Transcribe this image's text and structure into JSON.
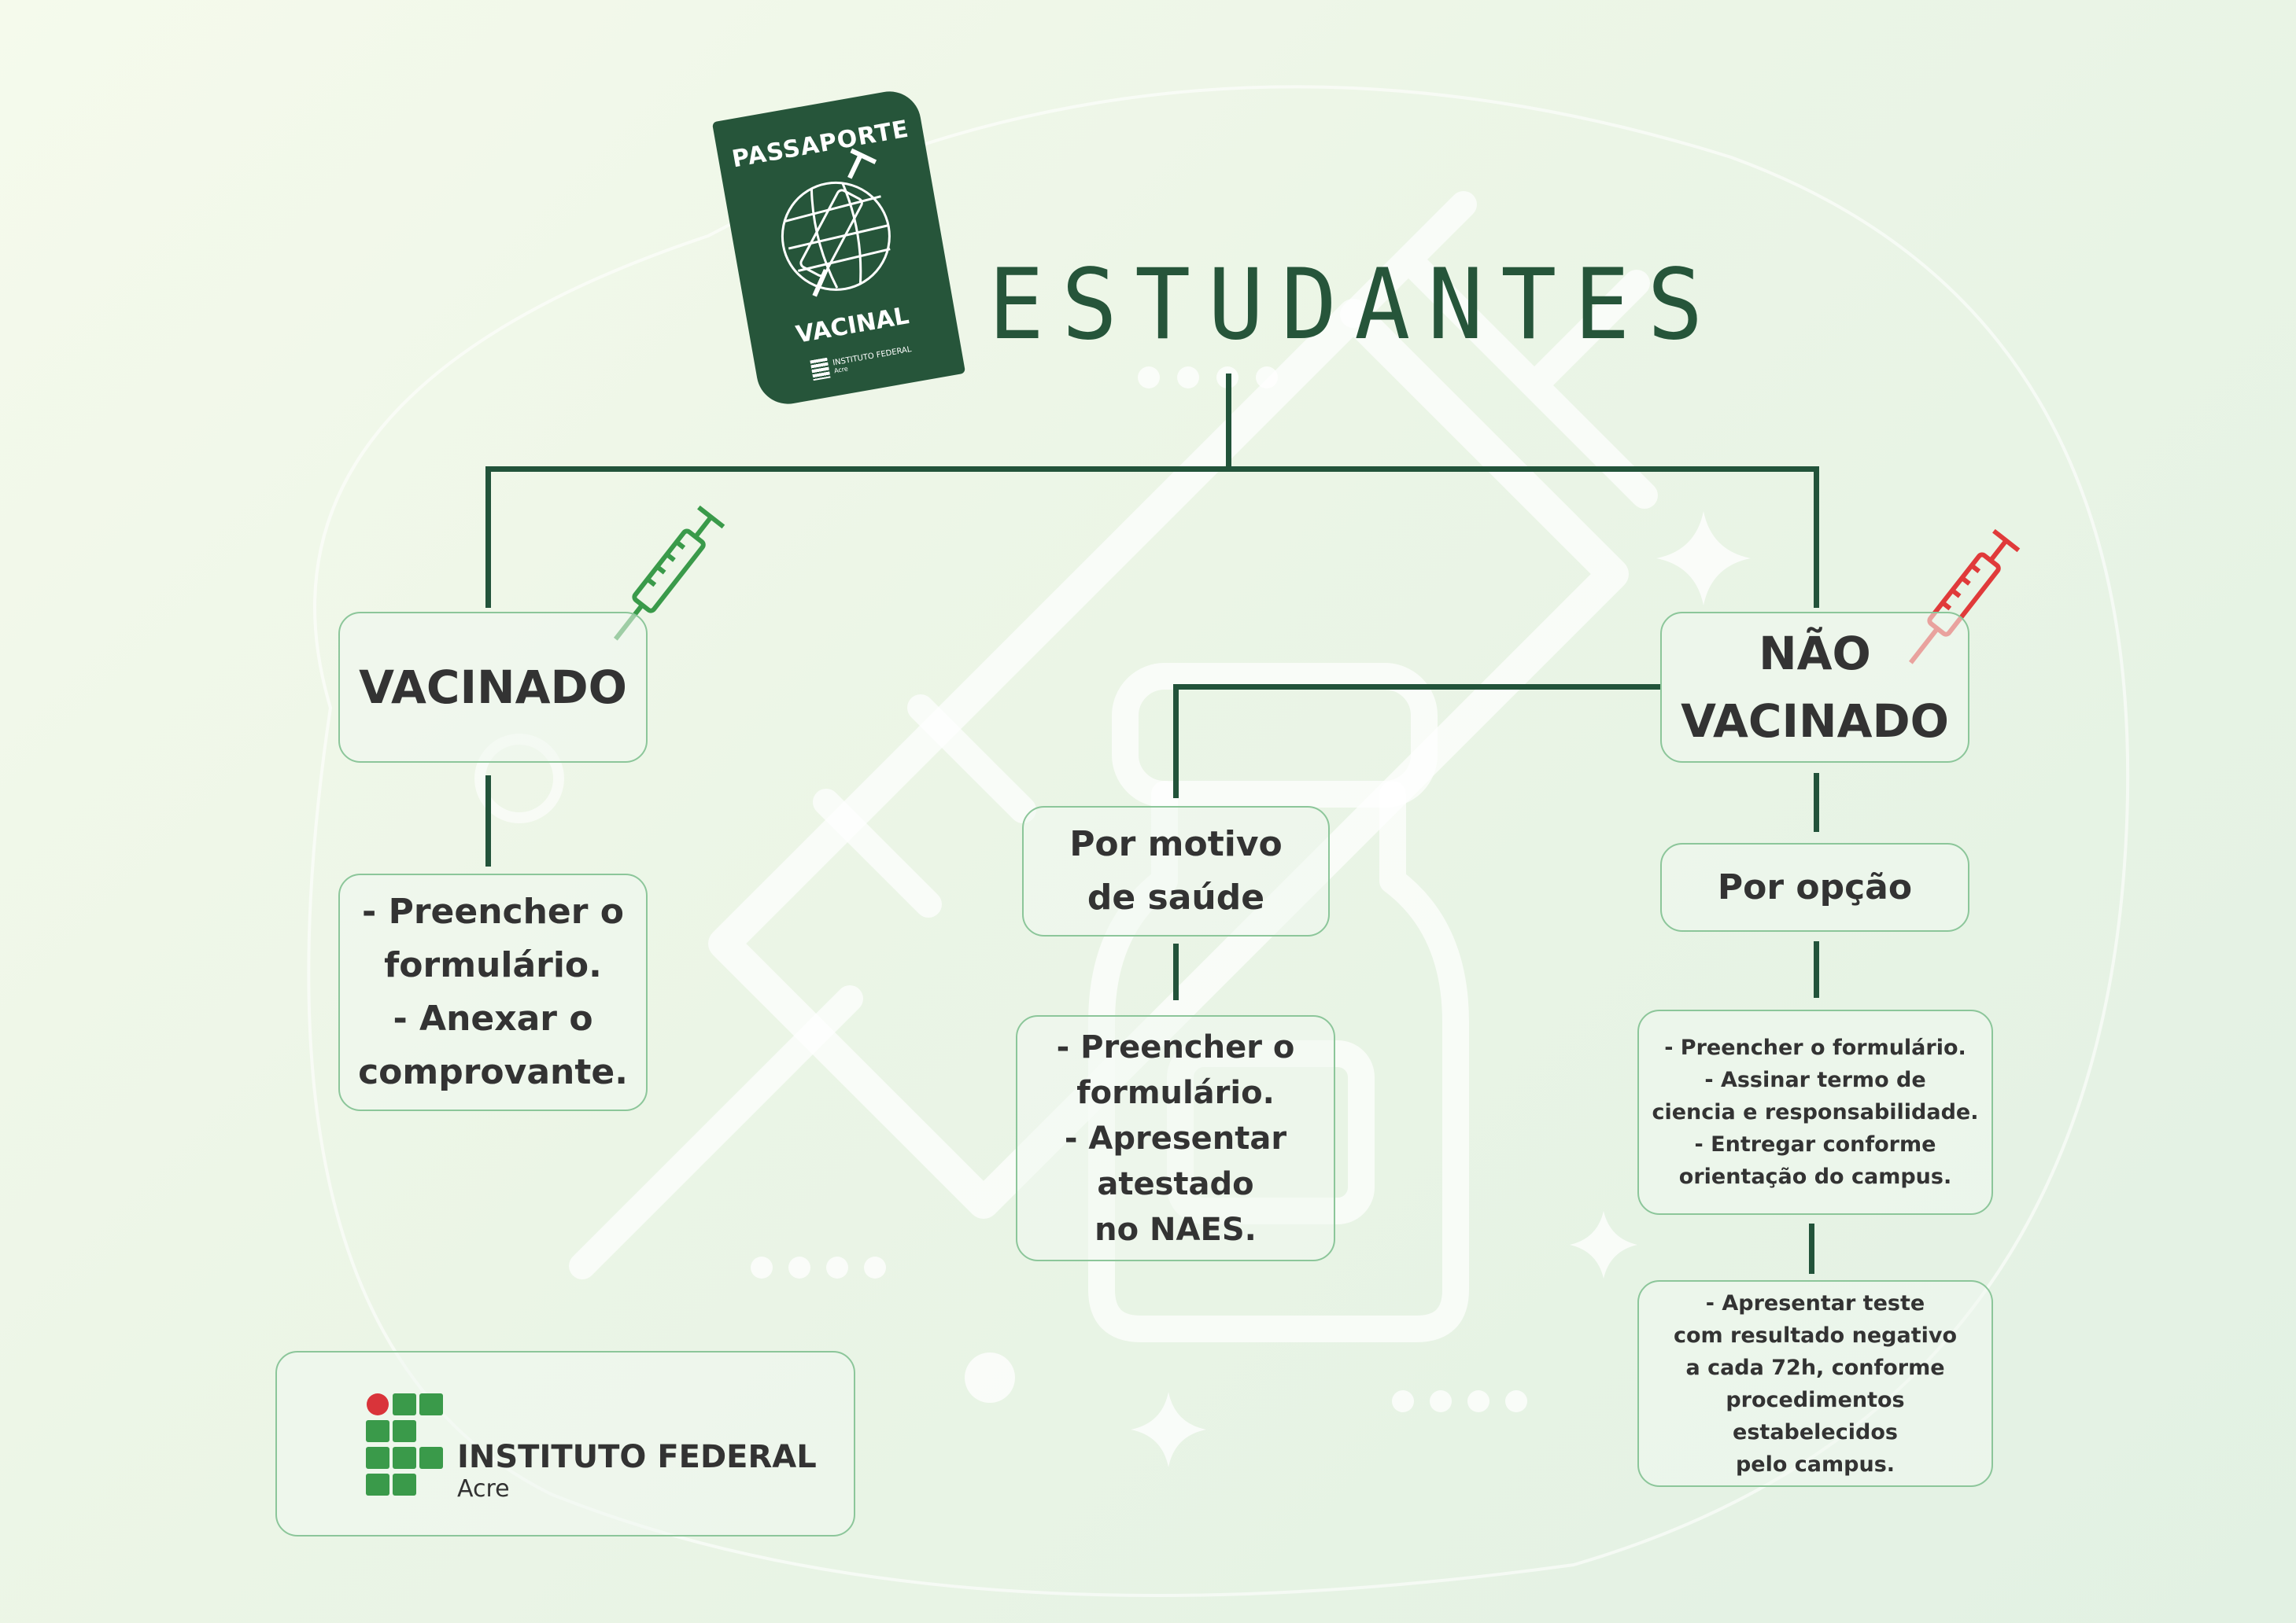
{
  "passport": {
    "top": "PASSAPORTE",
    "bottom": "VACINAL",
    "org": "INSTITUTO FEDERAL",
    "org_sub": "Acre"
  },
  "title": "ESTUDANTES",
  "vaccinated": {
    "label": "VACINADO",
    "steps": [
      "- Preencher o",
      "formulário.",
      "- Anexar o",
      "comprovante."
    ]
  },
  "not_vaccinated": {
    "label_lines": [
      "NÃO",
      "VACINADO"
    ],
    "health": {
      "label_lines": [
        "Por motivo",
        "de saúde"
      ],
      "steps": [
        "- Preencher o",
        "formulário.",
        "- Apresentar",
        "atestado",
        "no NAES."
      ]
    },
    "choice": {
      "label": "Por opção",
      "steps": [
        "- Preencher o formulário.",
        "- Assinar termo de",
        "ciencia e responsabilidade.",
        "- Entregar conforme",
        "orientação do campus."
      ],
      "test": [
        "- Apresentar teste",
        "com resultado negativo",
        "a cada 72h, conforme",
        "procedimentos",
        "estabelecidos",
        "pelo campus."
      ]
    }
  },
  "logo": {
    "name": "INSTITUTO FEDERAL",
    "sub": "Acre"
  },
  "colors": {
    "primary": "#26553a",
    "vaccinated": "#3a9a4a",
    "not_vaccinated": "#e03a3a",
    "text": "#333333"
  }
}
